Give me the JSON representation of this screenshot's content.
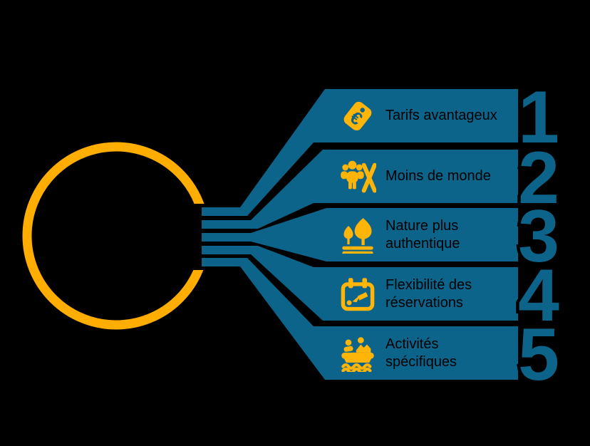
{
  "colors": {
    "background": "#000000",
    "banner": "#0D648A",
    "number_fill": "#0D648A",
    "accent": "#FFB408",
    "circle": "#FFAD00",
    "label_text": "#000000"
  },
  "icon_glyphs": {
    "euro_symbol": "€"
  },
  "items": [
    {
      "number": "1",
      "icon": "price-tag-icon",
      "label": "Tarifs avantageux",
      "label_lines": [
        "Tarifs avantageux"
      ]
    },
    {
      "number": "2",
      "icon": "crowd-cross-icon",
      "label": "Moins de monde",
      "label_lines": [
        "Moins de monde"
      ]
    },
    {
      "number": "3",
      "icon": "trees-icon",
      "label": "Nature plus authentique",
      "label_lines": [
        "Nature plus",
        "authentique"
      ]
    },
    {
      "number": "4",
      "icon": "calendar-icon",
      "label": "Flexibilité des réservations",
      "label_lines": [
        "Flexibilité des",
        "réservations"
      ]
    },
    {
      "number": "5",
      "icon": "rafting-icon",
      "label": "Activités spécifiques",
      "label_lines": [
        "Activités",
        "spécifiques"
      ]
    }
  ]
}
